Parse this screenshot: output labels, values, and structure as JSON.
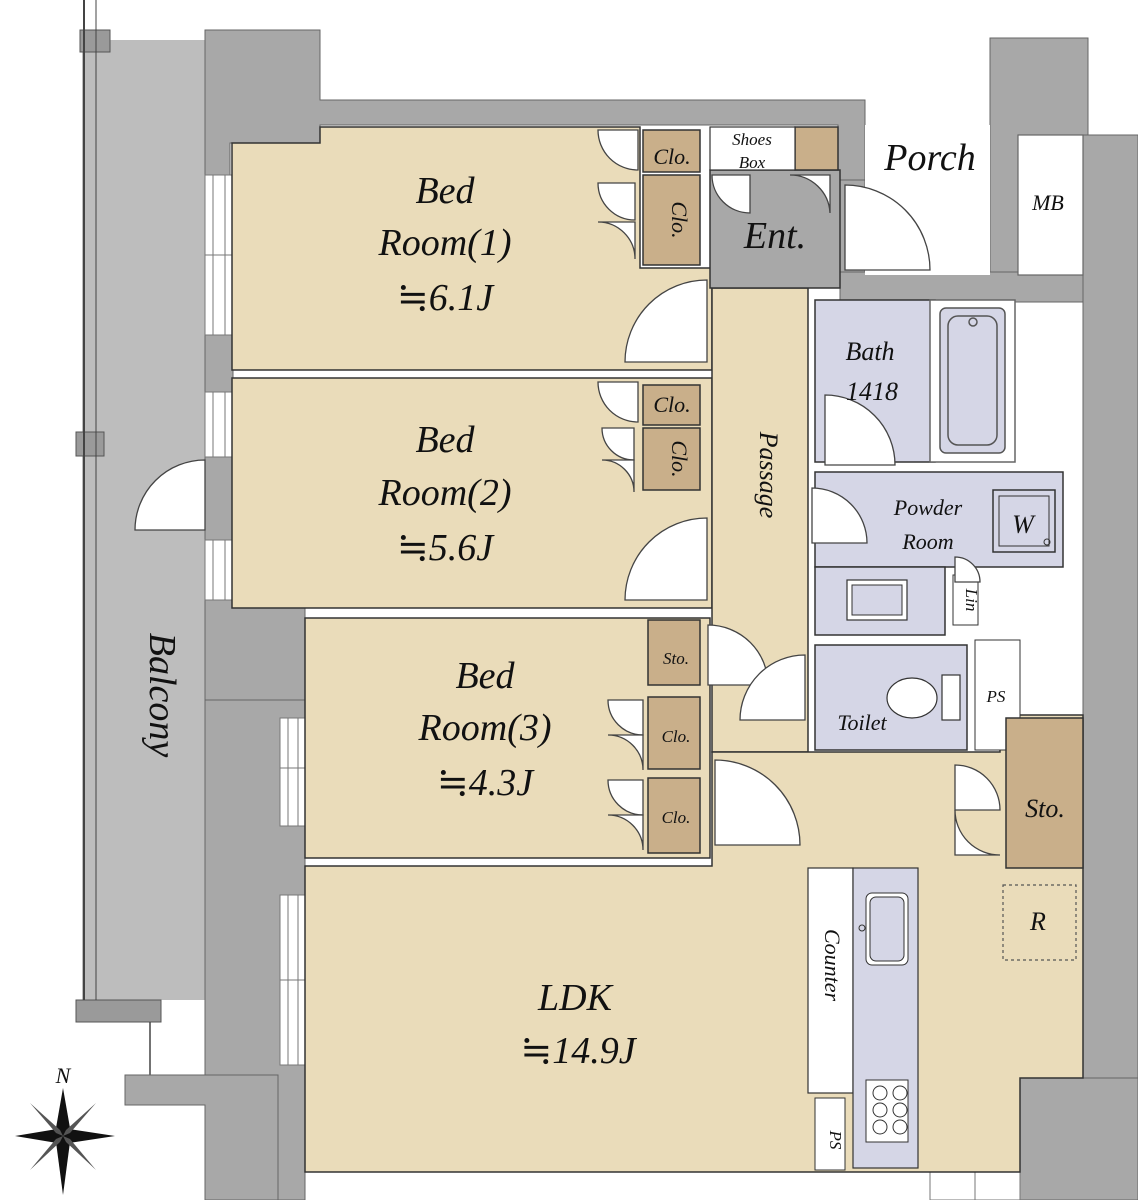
{
  "rooms": {
    "bed1": {
      "line1": "Bed",
      "line2": "Room(1)",
      "area": "≒6.1J"
    },
    "bed2": {
      "line1": "Bed",
      "line2": "Room(2)",
      "area": "≒5.6J"
    },
    "bed3": {
      "line1": "Bed",
      "line2": "Room(3)",
      "area": "≒4.3J"
    },
    "ldk": {
      "line1": "LDK",
      "area": "≒14.9J"
    },
    "bath": {
      "line1": "Bath",
      "line2": "1418"
    },
    "powder": {
      "line1": "Powder",
      "line2": "Room"
    },
    "toilet": "Toilet",
    "passage": "Passage",
    "entrance": "Ent.",
    "porch": "Porch",
    "balcony": "Balcony"
  },
  "storage": {
    "clo": "Clo.",
    "sto": "Sto.",
    "shoes_box": {
      "line1": "Shoes",
      "line2": "Box"
    },
    "mb": "MB",
    "ps": "PS",
    "lin": "Lin",
    "washer": "W",
    "fridge": "R",
    "counter": "Counter"
  },
  "compass": {
    "north": "N"
  },
  "colors": {
    "room": "#EADCBA",
    "storage": "#C9AF8A",
    "wall": "#A8A8A8",
    "wet_area": "#D5D6E6",
    "balcony": "#BDBDBD",
    "door_line": "#444444"
  }
}
